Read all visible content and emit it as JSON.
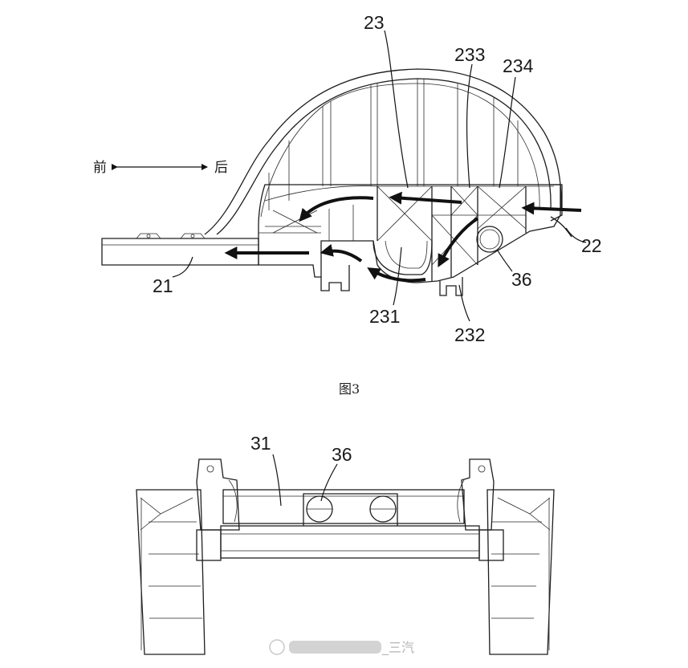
{
  "figure3": {
    "direction_front": "前",
    "direction_rear": "后",
    "caption": "图3",
    "labels": {
      "l23": "23",
      "l233": "233",
      "l234": "234",
      "l22": "22",
      "l21": "21",
      "l36": "36",
      "l231": "231",
      "l232": "232"
    }
  },
  "figure4": {
    "labels": {
      "l31": "31",
      "l36": "36"
    }
  },
  "watermark": {
    "text": "_三汽"
  }
}
